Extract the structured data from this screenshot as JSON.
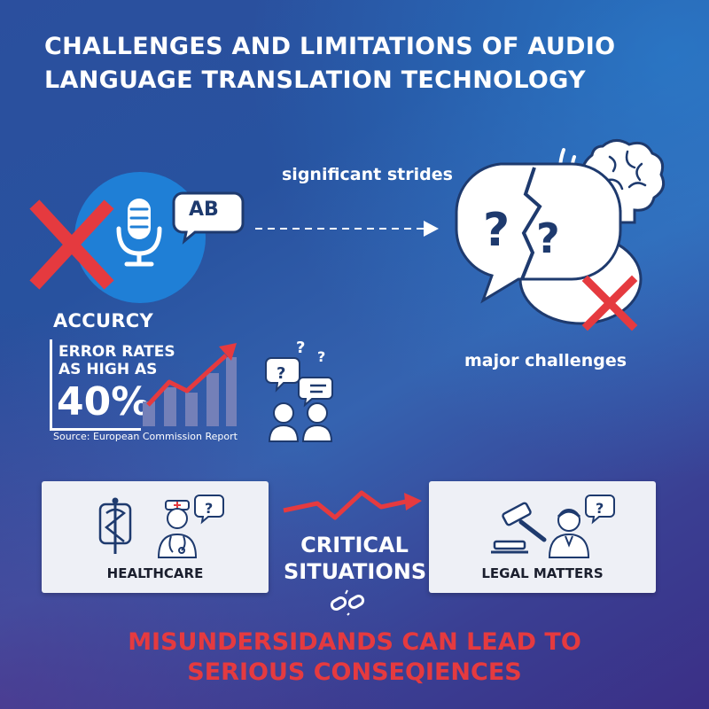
{
  "title": {
    "line1": "CHALLENGES AND LIMITATIONS OF AUDIO",
    "line2": "LANGUAGE TRANSLATION TECHNOLOGY"
  },
  "speech_bubble_text": "AB",
  "arrow_label": "significant strides",
  "challenges_label": "major challenges",
  "accuracy": {
    "heading": "ACCURCY",
    "error_line1": "ERROR RATES",
    "error_line2": "AS HIGH AS",
    "percent": "40%",
    "source": "Source: European Commission Report"
  },
  "cards": {
    "healthcare": "HEALTHCARE",
    "legal": "LEGAL MATTERS"
  },
  "critical": {
    "line1": "CRITICAL",
    "line2": "SITUATIONS"
  },
  "warning": {
    "line1": "MISUNDERSIDANDS CAN LEAD TO",
    "line2": "SERIOUS CONSEQIENCES"
  },
  "colors": {
    "accent_red": "#e53a3f",
    "circle_blue": "#1f7fd6",
    "white": "#ffffff",
    "icon_navy": "#1e3a6e"
  },
  "icons": [
    "microphone-icon",
    "speech-bubble-icon",
    "red-x-icon",
    "broken-speech-bubble-icon",
    "brain-icon",
    "rising-chart-icon",
    "people-question-icon",
    "caduceus-icon",
    "doctor-icon",
    "gavel-icon",
    "broken-chain-icon"
  ]
}
